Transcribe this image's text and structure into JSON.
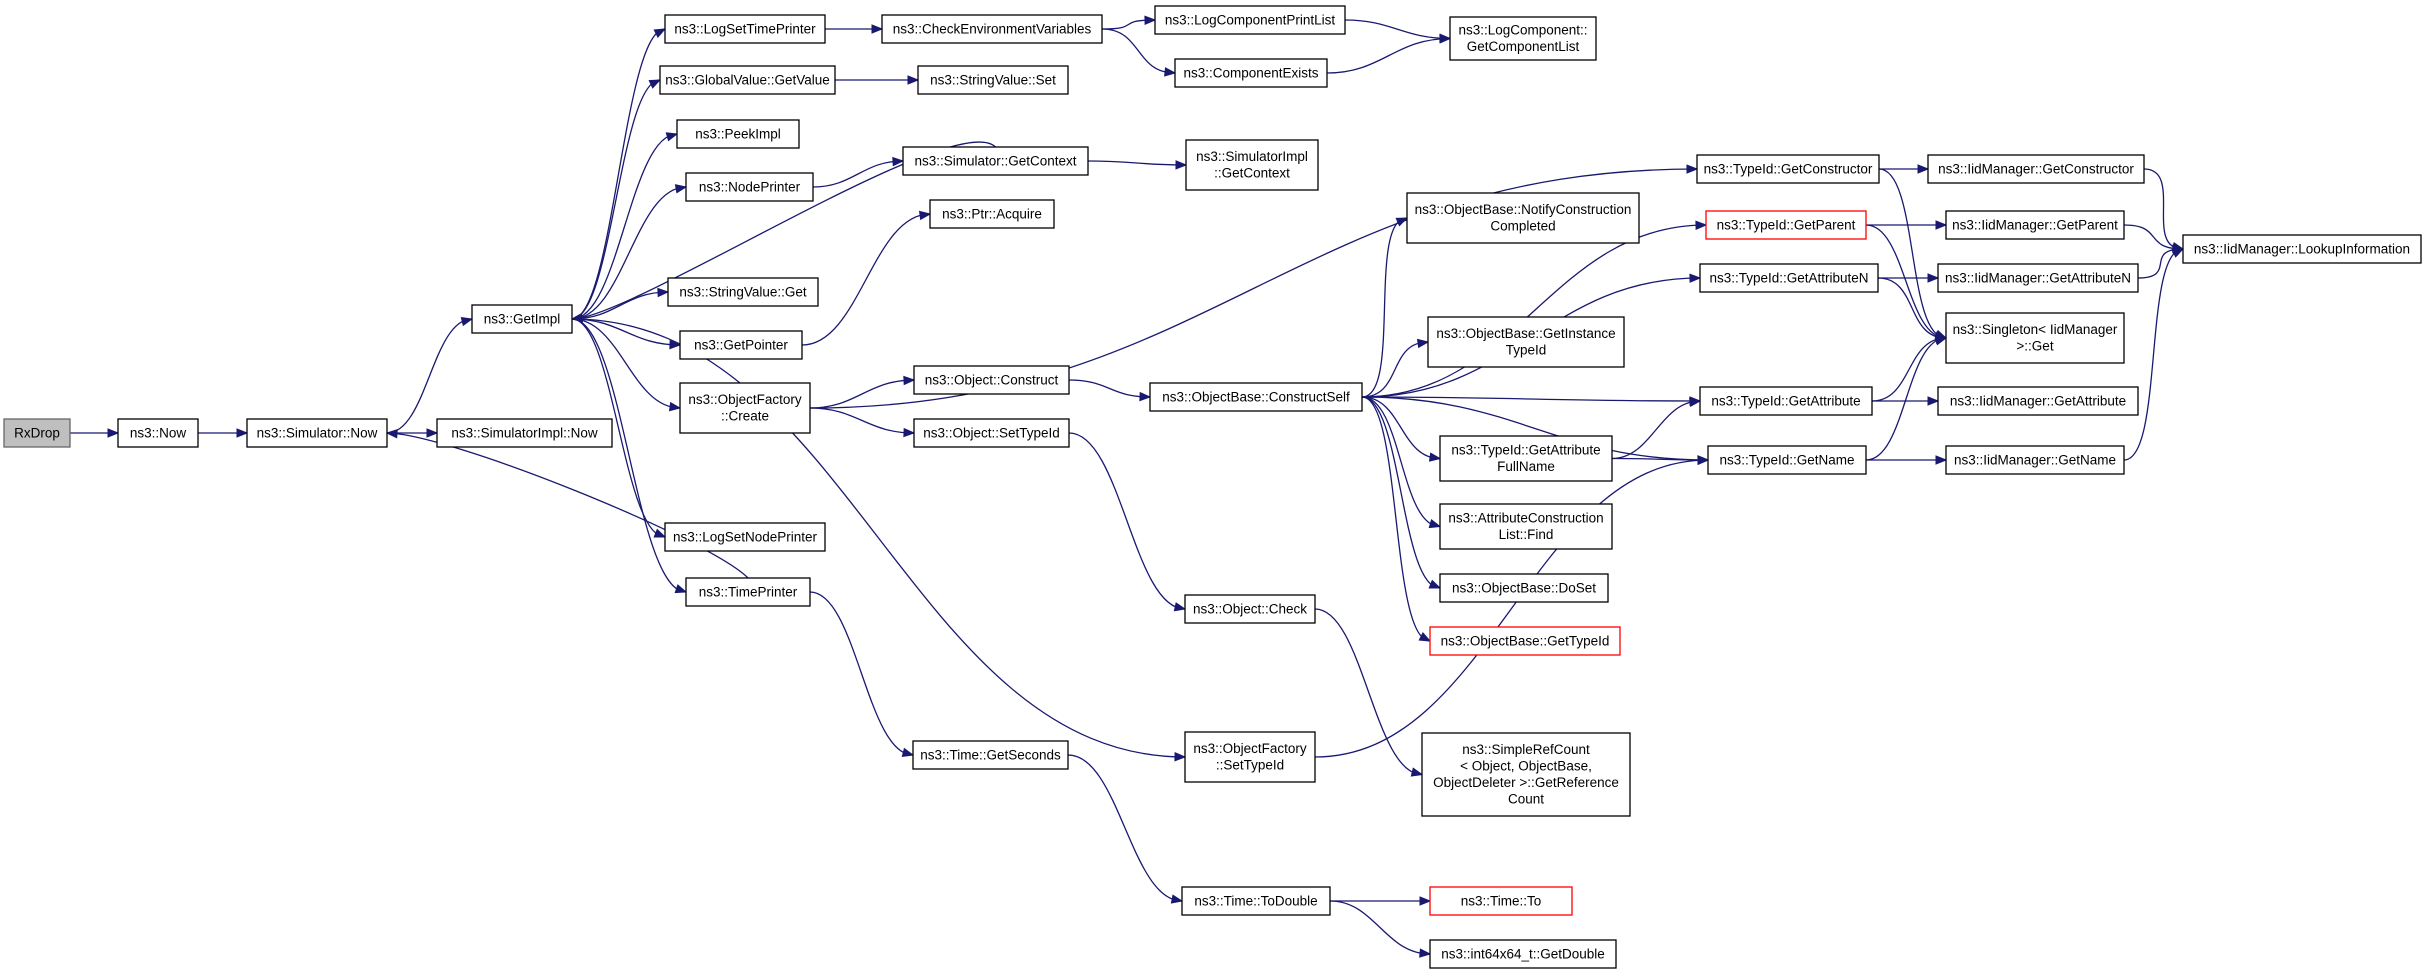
{
  "colors": {
    "edge": "#191970",
    "root_fill": "#bfbfbf",
    "highlight_border": "#ff0000"
  },
  "nodes": [
    {
      "id": "RxDrop",
      "lines": [
        "RxDrop"
      ],
      "root": true
    },
    {
      "id": "Now",
      "lines": [
        "ns3::Now"
      ]
    },
    {
      "id": "SimNow",
      "lines": [
        "ns3::Simulator::Now"
      ]
    },
    {
      "id": "SimImplNow",
      "lines": [
        "ns3::SimulatorImpl::Now"
      ]
    },
    {
      "id": "GetImpl",
      "lines": [
        "ns3::GetImpl"
      ]
    },
    {
      "id": "LogSetTimePrinter",
      "lines": [
        "ns3::LogSetTimePrinter"
      ]
    },
    {
      "id": "GlobalValueGetValue",
      "lines": [
        "ns3::GlobalValue::GetValue"
      ]
    },
    {
      "id": "PeekImpl",
      "lines": [
        "ns3::PeekImpl"
      ]
    },
    {
      "id": "NodePrinter",
      "lines": [
        "ns3::NodePrinter"
      ]
    },
    {
      "id": "StringValueGet",
      "lines": [
        "ns3::StringValue::Get"
      ]
    },
    {
      "id": "GetPointer",
      "lines": [
        "ns3::GetPointer"
      ]
    },
    {
      "id": "ObjectFactoryCreate",
      "lines": [
        "ns3::ObjectFactory",
        "::Create"
      ]
    },
    {
      "id": "LogSetNodePrinter",
      "lines": [
        "ns3::LogSetNodePrinter"
      ]
    },
    {
      "id": "TimePrinter",
      "lines": [
        "ns3::TimePrinter"
      ]
    },
    {
      "id": "CheckEnv",
      "lines": [
        "ns3::CheckEnvironmentVariables"
      ]
    },
    {
      "id": "StringValueSet",
      "lines": [
        "ns3::StringValue::Set"
      ]
    },
    {
      "id": "SimGetContext",
      "lines": [
        "ns3::Simulator::GetContext"
      ]
    },
    {
      "id": "PtrAcquire",
      "lines": [
        "ns3::Ptr::Acquire"
      ]
    },
    {
      "id": "ObjectConstruct",
      "lines": [
        "ns3::Object::Construct"
      ]
    },
    {
      "id": "ObjectSetTypeId",
      "lines": [
        "ns3::Object::SetTypeId"
      ]
    },
    {
      "id": "TimeGetSeconds",
      "lines": [
        "ns3::Time::GetSeconds"
      ]
    },
    {
      "id": "LogComponentPrintList",
      "lines": [
        "ns3::LogComponentPrintList"
      ]
    },
    {
      "id": "ComponentExists",
      "lines": [
        "ns3::ComponentExists"
      ]
    },
    {
      "id": "SimImplGetContext",
      "lines": [
        "ns3::SimulatorImpl",
        "::GetContext"
      ]
    },
    {
      "id": "ConstructSelf",
      "lines": [
        "ns3::ObjectBase::ConstructSelf"
      ]
    },
    {
      "id": "ObjectCheck",
      "lines": [
        "ns3::Object::Check"
      ]
    },
    {
      "id": "ObjectFactorySetTypeId",
      "lines": [
        "ns3::ObjectFactory",
        "::SetTypeId"
      ]
    },
    {
      "id": "TimeToDouble",
      "lines": [
        "ns3::Time::ToDouble"
      ]
    },
    {
      "id": "LogComponentGetList",
      "lines": [
        "ns3::LogComponent::",
        "GetComponentList"
      ]
    },
    {
      "id": "NotifyConstructionCompleted",
      "lines": [
        "ns3::ObjectBase::NotifyConstruction",
        "Completed"
      ]
    },
    {
      "id": "GetInstanceTypeId",
      "lines": [
        "ns3::ObjectBase::GetInstance",
        "TypeId"
      ]
    },
    {
      "id": "GetAttributeFullName",
      "lines": [
        "ns3::TypeId::GetAttribute",
        "FullName"
      ]
    },
    {
      "id": "AttrConstructionListFind",
      "lines": [
        "ns3::AttributeConstruction",
        "List::Find"
      ]
    },
    {
      "id": "ObjectBaseDoSet",
      "lines": [
        "ns3::ObjectBase::DoSet"
      ]
    },
    {
      "id": "ObjectBaseGetTypeId",
      "lines": [
        "ns3::ObjectBase::GetTypeId"
      ],
      "highlight": true
    },
    {
      "id": "SimpleRefCount",
      "lines": [
        "ns3::SimpleRefCount",
        "< Object, ObjectBase,",
        "ObjectDeleter >::GetReference",
        "Count"
      ]
    },
    {
      "id": "TimeTo",
      "lines": [
        "ns3::Time::To"
      ],
      "highlight": true
    },
    {
      "id": "Int64GetDouble",
      "lines": [
        "ns3::int64x64_t::GetDouble"
      ]
    },
    {
      "id": "TypeIdGetConstructor",
      "lines": [
        "ns3::TypeId::GetConstructor"
      ]
    },
    {
      "id": "TypeIdGetParent",
      "lines": [
        "ns3::TypeId::GetParent"
      ],
      "highlight": true
    },
    {
      "id": "TypeIdGetAttributeN",
      "lines": [
        "ns3::TypeId::GetAttributeN"
      ]
    },
    {
      "id": "TypeIdGetAttribute",
      "lines": [
        "ns3::TypeId::GetAttribute"
      ]
    },
    {
      "id": "TypeIdGetName",
      "lines": [
        "ns3::TypeId::GetName"
      ]
    },
    {
      "id": "IidGetConstructor",
      "lines": [
        "ns3::IidManager::GetConstructor"
      ]
    },
    {
      "id": "IidGetParent",
      "lines": [
        "ns3::IidManager::GetParent"
      ]
    },
    {
      "id": "IidGetAttributeN",
      "lines": [
        "ns3::IidManager::GetAttributeN"
      ]
    },
    {
      "id": "SingletonGet",
      "lines": [
        "ns3::Singleton< IidManager",
        ">::Get"
      ]
    },
    {
      "id": "IidGetAttribute",
      "lines": [
        "ns3::IidManager::GetAttribute"
      ]
    },
    {
      "id": "IidGetName",
      "lines": [
        "ns3::IidManager::GetName"
      ]
    },
    {
      "id": "IidLookupInformation",
      "lines": [
        "ns3::IidManager::LookupInformation"
      ]
    }
  ],
  "edges": [
    [
      "RxDrop",
      "Now"
    ],
    [
      "Now",
      "SimNow"
    ],
    [
      "SimNow",
      "SimImplNow"
    ],
    [
      "SimNow",
      "GetImpl"
    ],
    [
      "GetImpl",
      "LogSetTimePrinter"
    ],
    [
      "GetImpl",
      "GlobalValueGetValue"
    ],
    [
      "GetImpl",
      "PeekImpl"
    ],
    [
      "GetImpl",
      "NodePrinter"
    ],
    [
      "GetImpl",
      "StringValueGet"
    ],
    [
      "GetImpl",
      "GetPointer"
    ],
    [
      "GetImpl",
      "ObjectFactoryCreate"
    ],
    [
      "GetImpl",
      "LogSetNodePrinter"
    ],
    [
      "GetImpl",
      "TimePrinter"
    ],
    [
      "GetImpl",
      "ObjectFactorySetTypeId"
    ],
    [
      "LogSetTimePrinter",
      "CheckEnv"
    ],
    [
      "CheckEnv",
      "LogComponentPrintList"
    ],
    [
      "CheckEnv",
      "ComponentExists"
    ],
    [
      "LogComponentPrintList",
      "LogComponentGetList"
    ],
    [
      "ComponentExists",
      "LogComponentGetList"
    ],
    [
      "GlobalValueGetValue",
      "StringValueSet"
    ],
    [
      "NodePrinter",
      "SimGetContext"
    ],
    [
      "SimGetContext",
      "SimImplGetContext"
    ],
    [
      "SimGetContext",
      "GetImpl"
    ],
    [
      "GetPointer",
      "PtrAcquire"
    ],
    [
      "ObjectFactoryCreate",
      "ObjectConstruct"
    ],
    [
      "ObjectFactoryCreate",
      "ObjectSetTypeId"
    ],
    [
      "ObjectFactoryCreate",
      "TypeIdGetConstructor"
    ],
    [
      "ObjectConstruct",
      "ConstructSelf"
    ],
    [
      "ObjectSetTypeId",
      "ObjectCheck"
    ],
    [
      "ObjectCheck",
      "SimpleRefCount"
    ],
    [
      "TimePrinter",
      "SimNow"
    ],
    [
      "TimePrinter",
      "TimeGetSeconds"
    ],
    [
      "TimeGetSeconds",
      "TimeToDouble"
    ],
    [
      "TimeToDouble",
      "TimeTo"
    ],
    [
      "TimeToDouble",
      "Int64GetDouble"
    ],
    [
      "ObjectFactorySetTypeId",
      "TypeIdGetName"
    ],
    [
      "ConstructSelf",
      "TypeIdGetParent"
    ],
    [
      "ConstructSelf",
      "NotifyConstructionCompleted"
    ],
    [
      "ConstructSelf",
      "TypeIdGetAttributeN"
    ],
    [
      "ConstructSelf",
      "GetInstanceTypeId"
    ],
    [
      "ConstructSelf",
      "TypeIdGetAttribute"
    ],
    [
      "ConstructSelf",
      "GetAttributeFullName"
    ],
    [
      "ConstructSelf",
      "AttrConstructionListFind"
    ],
    [
      "ConstructSelf",
      "ObjectBaseDoSet"
    ],
    [
      "ConstructSelf",
      "ObjectBaseGetTypeId"
    ],
    [
      "ConstructSelf",
      "TypeIdGetName"
    ],
    [
      "GetAttributeFullName",
      "TypeIdGetAttribute"
    ],
    [
      "GetAttributeFullName",
      "TypeIdGetName"
    ],
    [
      "TypeIdGetConstructor",
      "IidGetConstructor"
    ],
    [
      "TypeIdGetConstructor",
      "SingletonGet"
    ],
    [
      "TypeIdGetParent",
      "IidGetParent"
    ],
    [
      "TypeIdGetParent",
      "SingletonGet"
    ],
    [
      "TypeIdGetAttributeN",
      "IidGetAttributeN"
    ],
    [
      "TypeIdGetAttributeN",
      "SingletonGet"
    ],
    [
      "TypeIdGetAttribute",
      "IidGetAttribute"
    ],
    [
      "TypeIdGetAttribute",
      "SingletonGet"
    ],
    [
      "TypeIdGetName",
      "IidGetName"
    ],
    [
      "TypeIdGetName",
      "SingletonGet"
    ],
    [
      "IidGetConstructor",
      "IidLookupInformation"
    ],
    [
      "IidGetParent",
      "IidLookupInformation"
    ],
    [
      "IidGetAttributeN",
      "IidLookupInformation"
    ],
    [
      "IidGetName",
      "IidLookupInformation"
    ]
  ]
}
